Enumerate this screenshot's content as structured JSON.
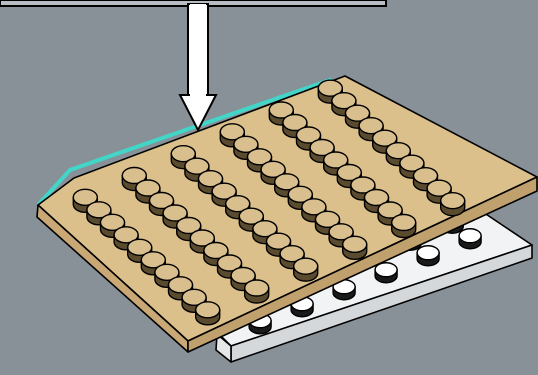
{
  "instruction_step": {
    "callout_box": "",
    "arrow_icon": "down-arrow-icon",
    "highlight_color": "#41d6c8"
  },
  "parts": {
    "tan_plate": {
      "color": "#dcc08b",
      "dark_color": "#c0a06c",
      "stud_top_color": "#d8bf8d",
      "stud_side_color": "#5b4b2e",
      "rows": 6,
      "columns": 10
    },
    "white_plate": {
      "color": "#f2f3f4",
      "dark_color": "#d5d8db",
      "stud_top_color": "#ffffff",
      "stud_side_color": "#1a1a1a",
      "rows": 6,
      "columns": 10
    }
  },
  "background_color": "#899198"
}
